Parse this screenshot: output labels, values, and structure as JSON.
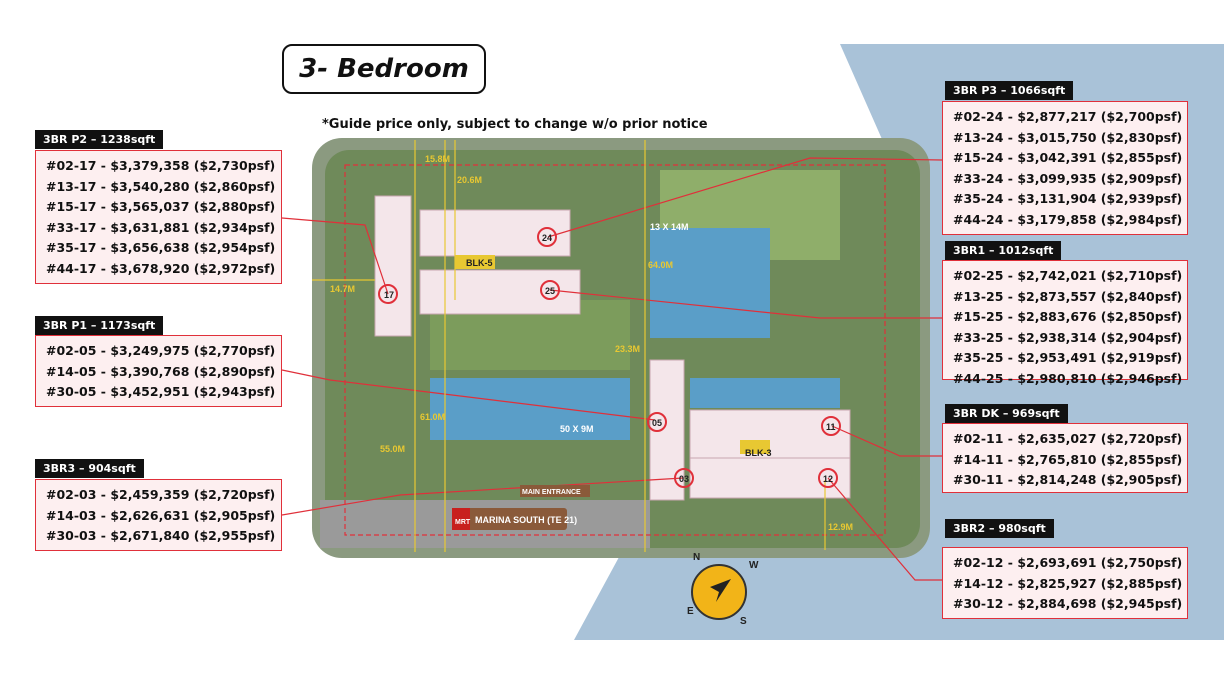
{
  "title": "3- Bedroom",
  "notice": "*Guide price only, subject to change w/o prior notice",
  "station": "MARINA SOUTH (TE 21)",
  "station_badge": "MRT",
  "main_entrance": "MAIN ENTRANCE",
  "blocks": [
    "BLK-5",
    "BLK-3"
  ],
  "compass": [
    "N",
    "W",
    "E",
    "S"
  ],
  "dimensions": [
    "15.8M",
    "20.6M",
    "14.7M",
    "64.0M",
    "23.3M",
    "61.0M",
    "55.0M",
    "12.9M"
  ],
  "pools": [
    "13 X 14M",
    "50 X 9M"
  ],
  "panels": {
    "p2": {
      "label": "3BR P2 – 1238sqft",
      "lines": [
        "#02-17 - $3,379,358 ($2,730psf)",
        "#13-17 - $3,540,280 ($2,860psf)",
        "#15-17 - $3,565,037 ($2,880psf)",
        "#33-17 - $3,631,881 ($2,934psf)",
        "#35-17 - $3,656,638 ($2,954psf)",
        "#44-17 - $3,678,920 ($2,972psf)"
      ]
    },
    "p1": {
      "label": "3BR P1 – 1173sqft",
      "lines": [
        "#02-05 - $3,249,975 ($2,770psf)",
        "#14-05 - $3,390,768 ($2,890psf)",
        "#30-05 - $3,452,951 ($2,943psf)"
      ]
    },
    "br3": {
      "label": "3BR3 – 904sqft",
      "lines": [
        "#02-03 - $2,459,359 ($2,720psf)",
        "#14-03 - $2,626,631 ($2,905psf)",
        "#30-03 - $2,671,840 ($2,955psf)"
      ]
    },
    "p3": {
      "label": "3BR P3 – 1066sqft",
      "lines": [
        "#02-24 - $2,877,217 ($2,700psf)",
        "#13-24 - $3,015,750 ($2,830psf)",
        "#15-24 - $3,042,391 ($2,855psf)",
        "#33-24 - $3,099,935 ($2,909psf)",
        "#35-24 - $3,131,904 ($2,939psf)",
        "#44-24 - $3,179,858 ($2,984psf)"
      ]
    },
    "br1": {
      "label": "3BR1 – 1012sqft",
      "lines": [
        "#02-25 - $2,742,021 ($2,710psf)",
        "#13-25 - $2,873,557 ($2,840psf)",
        "#15-25 - $2,883,676 ($2,850psf)",
        "#33-25 - $2,938,314 ($2,904psf)",
        "#35-25 - $2,953,491 ($2,919psf)",
        "#44-25 - $2,980,810 ($2,946psf)"
      ]
    },
    "dk": {
      "label": "3BR DK – 969sqft",
      "lines": [
        "#02-11 - $2,635,027 ($2,720psf)",
        "#14-11 - $2,765,810 ($2,855psf)",
        "#30-11 - $2,814,248 ($2,905psf)"
      ]
    },
    "br2": {
      "label": "3BR2 – 980sqft",
      "lines": [
        "#02-12 - $2,693,691 ($2,750psf)",
        "#14-12 - $2,825,927 ($2,885psf)",
        "#30-12 - $2,884,698 ($2,945psf)"
      ]
    }
  },
  "unit_markers": [
    "17",
    "05",
    "03",
    "24",
    "25",
    "11",
    "12"
  ],
  "colors": {
    "sea": "#a9c2d8",
    "grass": "#7f9a62",
    "building": "#f4e6ea",
    "pool": "#5a9ec8",
    "highlight": "#e0303a",
    "yellow": "#e8c832"
  }
}
